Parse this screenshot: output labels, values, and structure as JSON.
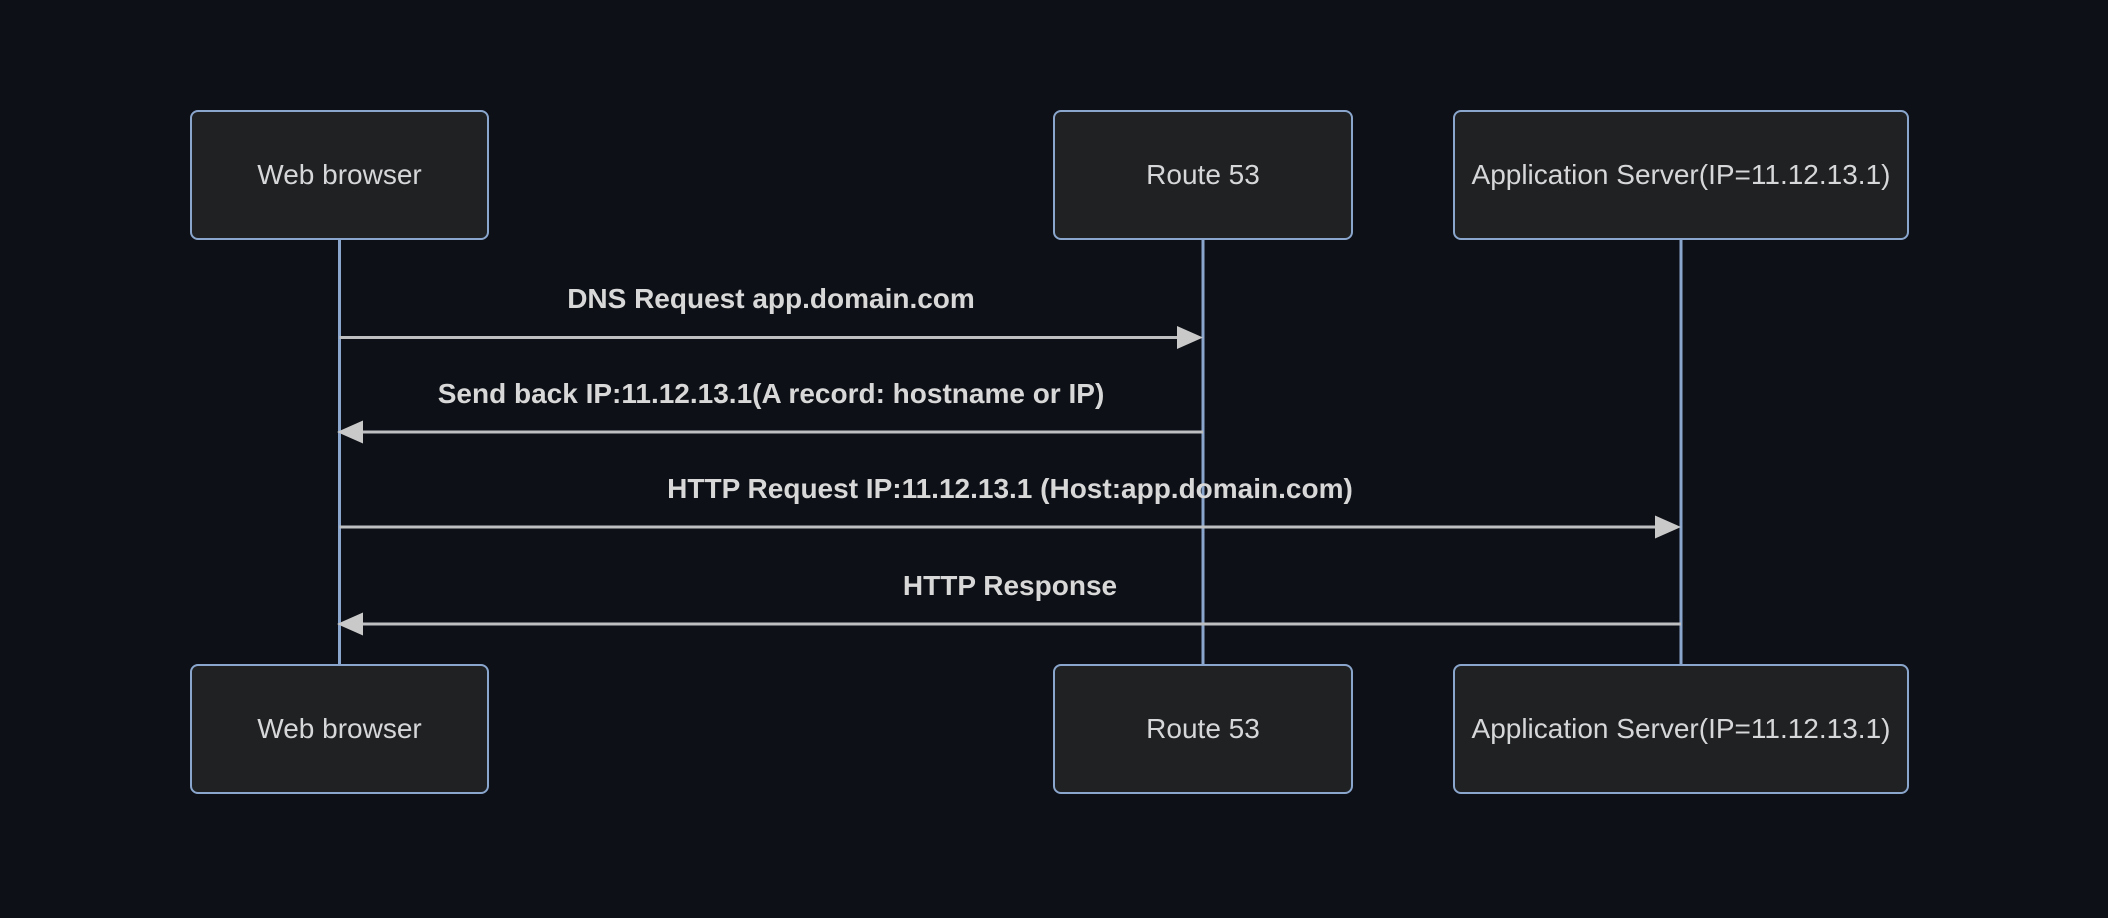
{
  "diagram": {
    "type": "sequence",
    "actors": [
      {
        "id": "web-browser",
        "label": "Web browser"
      },
      {
        "id": "route-53",
        "label": "Route 53"
      },
      {
        "id": "application-server",
        "label": "Application Server(IP=11.12.13.1)"
      }
    ],
    "messages": [
      {
        "from": "web-browser",
        "to": "route-53",
        "direction": "right",
        "arrow": "solid-filled-head",
        "label": "DNS Request app.domain.com"
      },
      {
        "from": "route-53",
        "to": "web-browser",
        "direction": "left",
        "arrow": "solid-filled-head",
        "label": "Send back IP:11.12.13.1(A record: hostname or IP)"
      },
      {
        "from": "web-browser",
        "to": "application-server",
        "direction": "right",
        "arrow": "solid-filled-head",
        "label": "HTTP Request IP:11.12.13.1 (Host:app.domain.com)"
      },
      {
        "from": "application-server",
        "to": "web-browser",
        "direction": "left",
        "arrow": "solid-filled-head",
        "label": "HTTP Response"
      }
    ],
    "colors": {
      "background": "#0d1016",
      "actor_fill": "#1f2122",
      "actor_border": "#8aa6cd",
      "lifeline": "#8aa6cd",
      "arrow": "#bdbfc1",
      "arrowhead": "#c9c9c9",
      "actor_text": "#d5d7d8",
      "message_text": "#d8d8d8"
    }
  }
}
